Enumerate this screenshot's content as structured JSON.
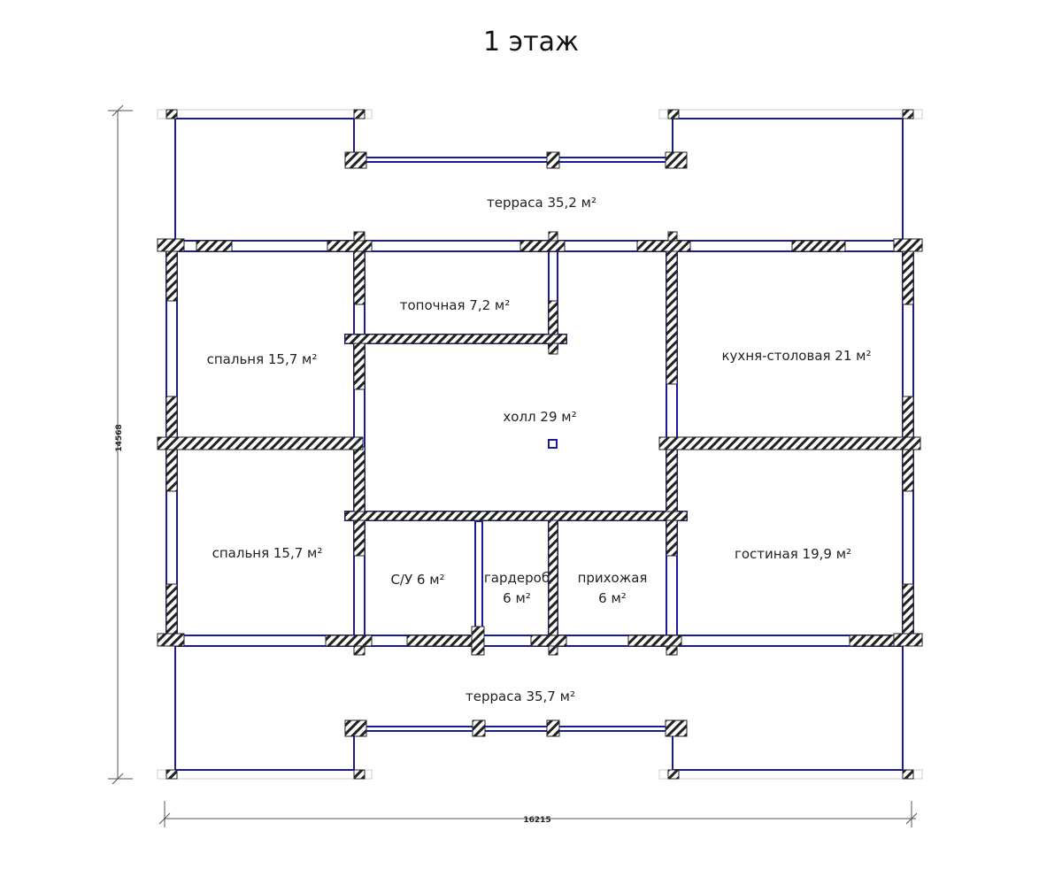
{
  "title": "1 этаж",
  "colors": {
    "wall": "#1a1aa0",
    "hatch": "#222222",
    "dim": "#555555"
  },
  "dimensions": {
    "width": "16215",
    "height": "14568"
  },
  "rooms": [
    {
      "id": "terrace-top",
      "name": "терраса 35,2 м²"
    },
    {
      "id": "furnace",
      "name": "топочная 7,2 м²"
    },
    {
      "id": "bedroom-1",
      "name": "спальня 15,7 м²"
    },
    {
      "id": "kitchen",
      "name": "кухня-столовая 21 м²"
    },
    {
      "id": "hall",
      "name": "холл 29 м²"
    },
    {
      "id": "bedroom-2",
      "name": "спальня 15,7 м²"
    },
    {
      "id": "bathroom",
      "name": "С/У 6 м²"
    },
    {
      "id": "wardrobe",
      "name": "гардероб",
      "area": "6 м²"
    },
    {
      "id": "entrance",
      "name": "прихожая",
      "area": "6 м²"
    },
    {
      "id": "living",
      "name": "гостиная 19,9 м²"
    },
    {
      "id": "terrace-bottom",
      "name": "терраса 35,7 м²"
    }
  ]
}
